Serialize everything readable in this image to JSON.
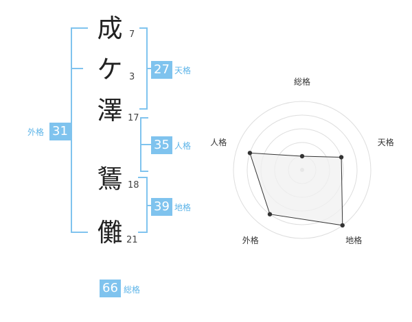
{
  "name": {
    "characters": [
      {
        "char": "成",
        "strokes": "7"
      },
      {
        "char": "ケ",
        "strokes": "3"
      },
      {
        "char": "澤",
        "strokes": "17"
      },
      {
        "char": "鵟",
        "strokes": "18"
      },
      {
        "char": "儺",
        "strokes": "21"
      }
    ]
  },
  "kaku": {
    "tenkaku": {
      "value": "27",
      "label": "天格"
    },
    "jinkaku": {
      "value": "35",
      "label": "人格"
    },
    "chikaku": {
      "value": "39",
      "label": "地格"
    },
    "gaikaku": {
      "value": "31",
      "label": "外格"
    },
    "soukaku": {
      "value": "66",
      "label": "総格"
    }
  },
  "colors": {
    "accent": "#7fc3ee",
    "accent_text": "#5db4e8",
    "radar_fill": "#f0f0f0",
    "radar_line": "#333333",
    "ring": "#dddddd"
  },
  "chart_data": {
    "type": "radar",
    "axes": [
      "総格",
      "天格",
      "地格",
      "外格",
      "人格"
    ],
    "values": [
      1,
      3,
      5,
      4,
      4
    ],
    "range": [
      0,
      5
    ],
    "rings": 5
  }
}
